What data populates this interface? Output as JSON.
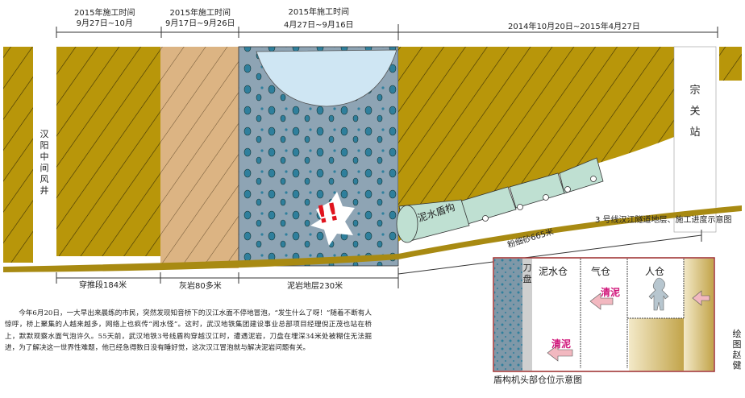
{
  "timeline": [
    {
      "line1": "2015年施工时间",
      "line2": "9月27日~10月"
    },
    {
      "line1": "2015年施工时间",
      "line2": "9月17日~9月26日"
    },
    {
      "line1": "2015年施工时间",
      "line2": "4月27日~9月16日"
    },
    {
      "line1": "",
      "line2": "2014年10月20日~2015年4月27日"
    }
  ],
  "labels": {
    "shaft": "汉阳中间风井",
    "station": "宗关站",
    "shield": "泥水盾构",
    "alert": "!!",
    "seg1": "穿推段184米",
    "seg2": "灰岩80多米",
    "seg3": "泥岩地层230米",
    "seg4": "粉细砂665米",
    "main_caption": "3 号线汉江隧道地层、施工进度示意图"
  },
  "inset": {
    "cutter": "刀盘",
    "slurry": "泥水仓",
    "air": "气仓",
    "person": "人仓",
    "clear1": "清泥",
    "clear2": "清泥",
    "caption": "盾构机头部仓位示意图"
  },
  "credit": "绘图赵健",
  "article": "今年6月20日，一大早出来晨练的市民，突然发现知音桥下的汉江水面不停地冒泡，“发生什么了呀！”随着不断有人惊呼，桥上聚集的人越来越多，网络上也疯传“闹水怪”。这时，武汉地铁集团建设事业总部项目经理倪正茂也站在桥上，默默观察水面气泡许久。55天前，武汉地铁3号线盾构穿越汉江时，遭遇泥岩，刀盘在埋深34米处被糊住无法掘进，为了解决这一世界性难题，他已经急得数日没有睡好觉，这次汉江冒泡就与解决泥岩问题有关。",
  "colors": {
    "olive": "#b8960a",
    "tan": "#dcb483",
    "rock": "#8ea4b4",
    "water": "#cfe6f3",
    "pebble": "#2f7f9c",
    "shield": "#bfe0d2",
    "alert": "#e0141e",
    "accent": "#d0157a",
    "arrow": "#f2b8c0"
  }
}
